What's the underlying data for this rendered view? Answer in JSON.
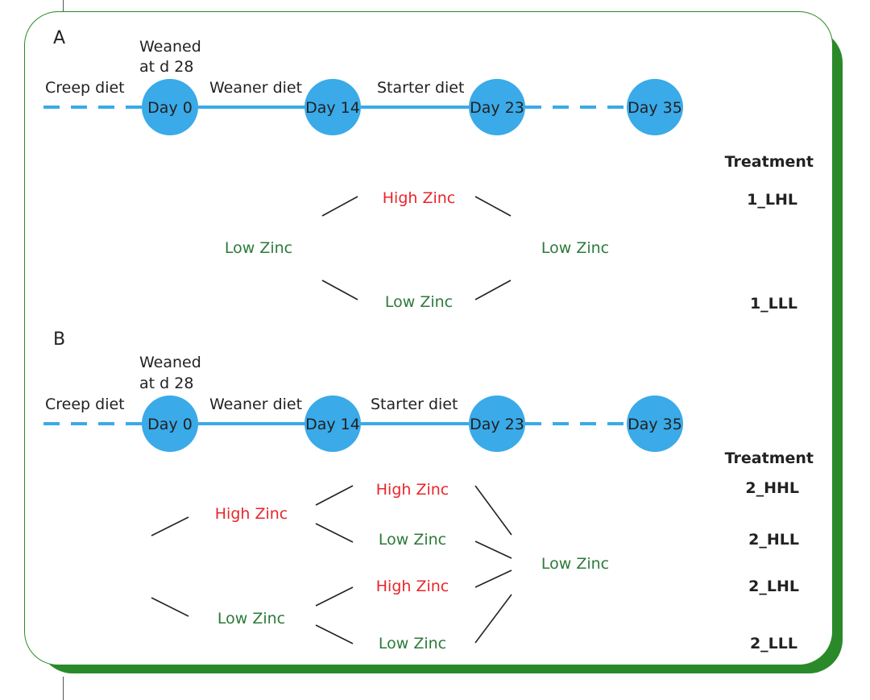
{
  "panel_a": {
    "label": "A",
    "weaned": [
      "Weaned",
      "at d 28"
    ],
    "phases": {
      "creep": "Creep diet",
      "weaner": "Weaner diet",
      "starter": "Starter diet"
    },
    "days": [
      "Day 0",
      "Day 14",
      "Day 23",
      "Day 35"
    ],
    "treatment_header": "Treatment",
    "nodes": {
      "stage1": "Low Zinc",
      "stage2_high": "High Zinc",
      "stage2_low": "Low Zinc",
      "stage3": "Low Zinc"
    },
    "treatments": [
      "1_LHL",
      "1_LLL"
    ]
  },
  "panel_b": {
    "label": "B",
    "weaned": [
      "Weaned",
      "at d 28"
    ],
    "phases": {
      "creep": "Creep diet",
      "weaner": "Weaner diet",
      "starter": "Starter diet"
    },
    "days": [
      "Day 0",
      "Day 14",
      "Day 23",
      "Day 35"
    ],
    "treatment_header": "Treatment",
    "nodes": {
      "stage1_high": "High Zinc",
      "stage1_low": "Low Zinc",
      "stage2_hh": "High Zinc",
      "stage2_hl": "Low Zinc",
      "stage2_lh": "High Zinc",
      "stage2_ll": "Low Zinc",
      "stage3": "Low Zinc"
    },
    "treatments": [
      "2_HHL",
      "2_HLL",
      "2_LHL",
      "2_LLL"
    ]
  },
  "colors": {
    "timeline": "#3aaae8",
    "high_zinc": "#e8262b",
    "low_zinc": "#2c7a3a",
    "frame": "#2a8a2a"
  }
}
